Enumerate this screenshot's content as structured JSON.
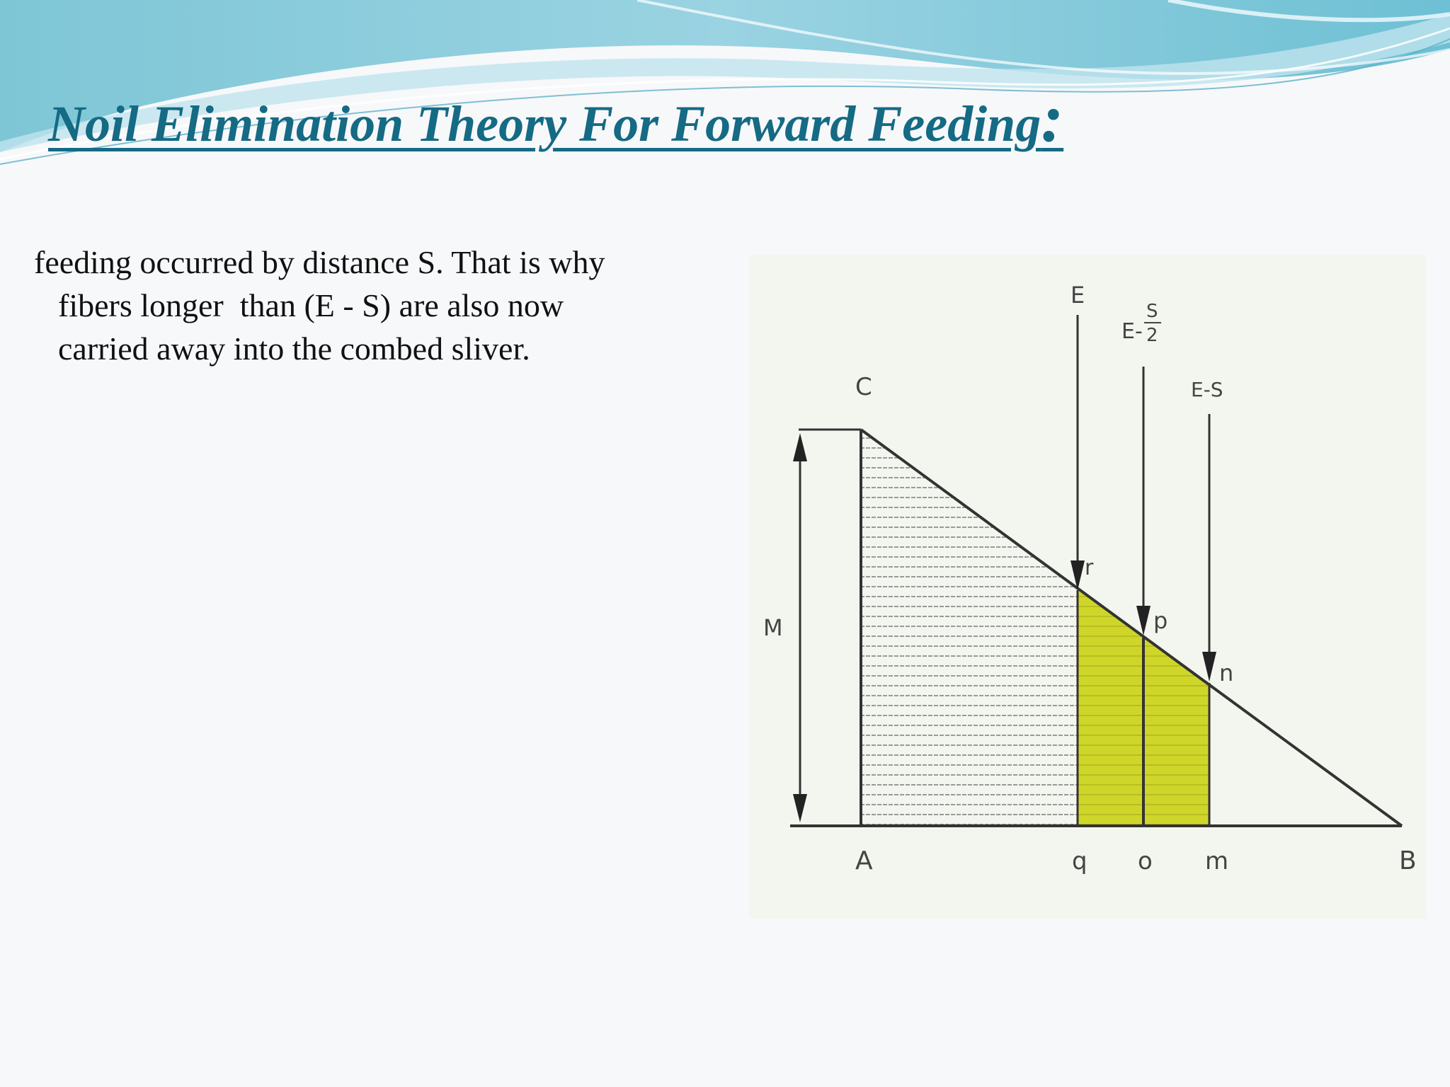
{
  "slide": {
    "title": "Noil Elimination Theory For Forward Feeding",
    "title_colon": ":",
    "body_lines": [
      "feeding occurred by distance S. That is why",
      "fibers longer  than (E - S) are also now",
      "carried away into the combed sliver."
    ]
  },
  "diagram": {
    "labels": {
      "C": "C",
      "A": "A",
      "B": "B",
      "q": "q",
      "o": "o",
      "m": "m",
      "r": "r",
      "p": "p",
      "n": "n",
      "M": "M",
      "E": "E",
      "E_S_2_E": "E-",
      "E_S_2_num": "S",
      "E_S_2_den": "2",
      "E_S": "E-S"
    },
    "colors": {
      "shaded": "#cfd62a",
      "hatch": "#999999",
      "line": "#333333",
      "title": "#156a84"
    }
  }
}
